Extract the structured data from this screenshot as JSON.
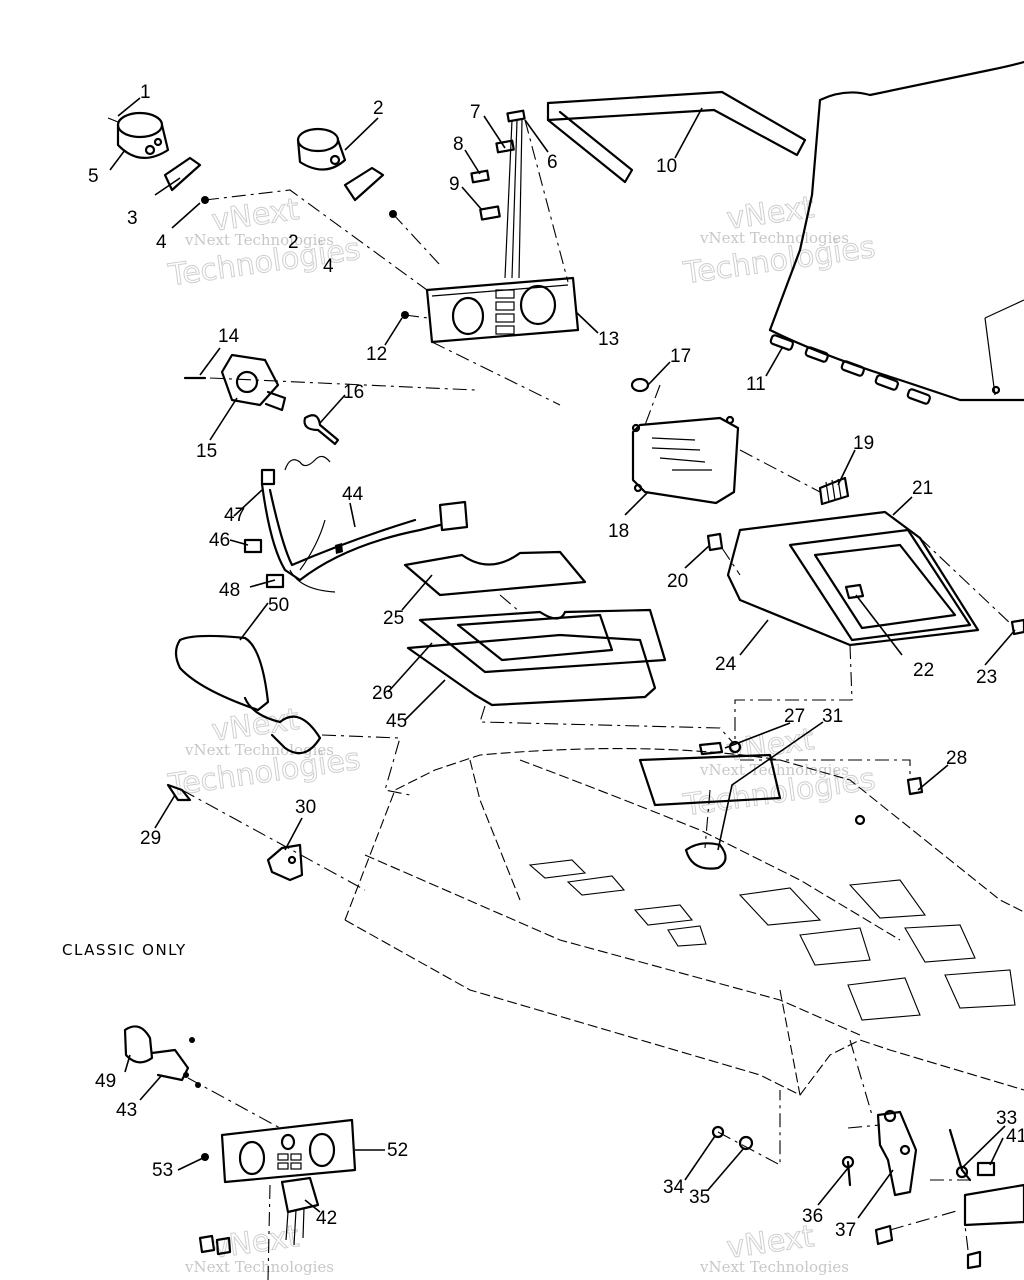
{
  "note": "CLASSIC ONLY",
  "watermark": {
    "line1": "vNext Technologies",
    "line2": "Technologies",
    "big": "vNext"
  },
  "callouts": [
    "1",
    "2",
    "3",
    "4",
    "5",
    "6",
    "7",
    "8",
    "9",
    "10",
    "11",
    "12",
    "13",
    "14",
    "15",
    "16",
    "17",
    "18",
    "19",
    "20",
    "21",
    "22",
    "23",
    "24",
    "25",
    "26",
    "27",
    "28",
    "29",
    "30",
    "31",
    "33",
    "34",
    "35",
    "36",
    "37",
    "41",
    "42",
    "43",
    "44",
    "45",
    "46",
    "47",
    "48",
    "49",
    "50",
    "52",
    "53"
  ]
}
